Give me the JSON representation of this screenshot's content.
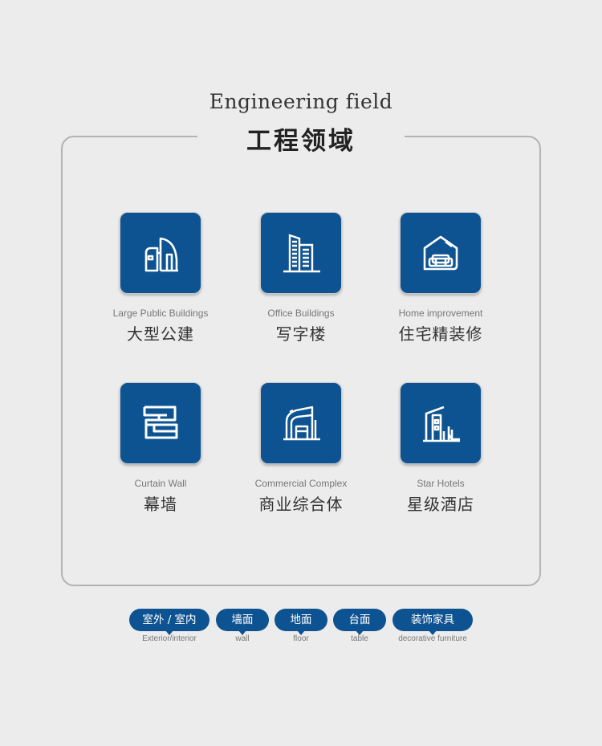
{
  "header": {
    "title_en": "Engineering field",
    "title_zh": "工程领域"
  },
  "fields": [
    {
      "en": "Large Public Buildings",
      "zh": "大型公建",
      "icon": "public-building-icon"
    },
    {
      "en": "Office Buildings",
      "zh": "写字楼",
      "icon": "office-building-icon"
    },
    {
      "en": "Home improvement",
      "zh": "住宅精装修",
      "icon": "home-sofa-icon"
    },
    {
      "en": "Curtain Wall",
      "zh": "幕墙",
      "icon": "curtain-wall-icon"
    },
    {
      "en": "Commercial Complex",
      "zh": "商业综合体",
      "icon": "commercial-complex-icon"
    },
    {
      "en": "Star Hotels",
      "zh": "星级酒店",
      "icon": "hotel-icon"
    }
  ],
  "applications": [
    {
      "zh": "室外 / 室内",
      "en": "Exterior/interior"
    },
    {
      "zh": "墙面",
      "en": "wall"
    },
    {
      "zh": "地面",
      "en": "floor"
    },
    {
      "zh": "台面",
      "en": "table"
    },
    {
      "zh": "装饰家具",
      "en": "decorative furniture"
    }
  ],
  "colors": {
    "background": "#ececed",
    "tile_blue": "#0e5391",
    "frame_gray": "#b3b3b5"
  }
}
